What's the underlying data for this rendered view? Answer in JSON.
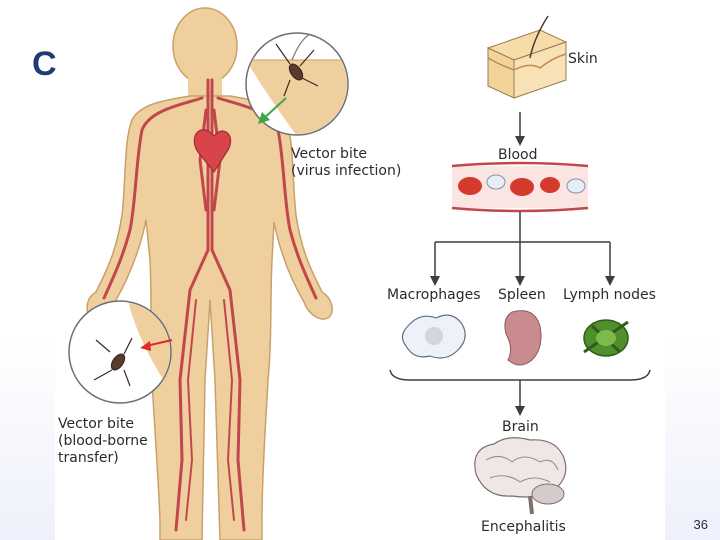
{
  "panel_letter": "C",
  "labels": {
    "skin": "Skin",
    "blood": "Blood",
    "macrophages": "Macrophages",
    "spleen": "Spleen",
    "lymph_nodes": "Lymph nodes",
    "brain": "Brain",
    "encephalitis": "Encephalitis",
    "vector_bite_infection": "Vector bite\n(virus infection)",
    "vector_bite_transfer": "Vector bite\n(blood-borne\ntransfer)"
  },
  "page_number": "36",
  "colors": {
    "skin_tone": "#f0cf9f",
    "vessel": "#c2474c",
    "heart": "#d9444c",
    "arrow": "#3d3d3d",
    "infection_arrow": "#3aa845",
    "transfer_arrow": "#e02a2a",
    "letter": "#1f3b73"
  }
}
